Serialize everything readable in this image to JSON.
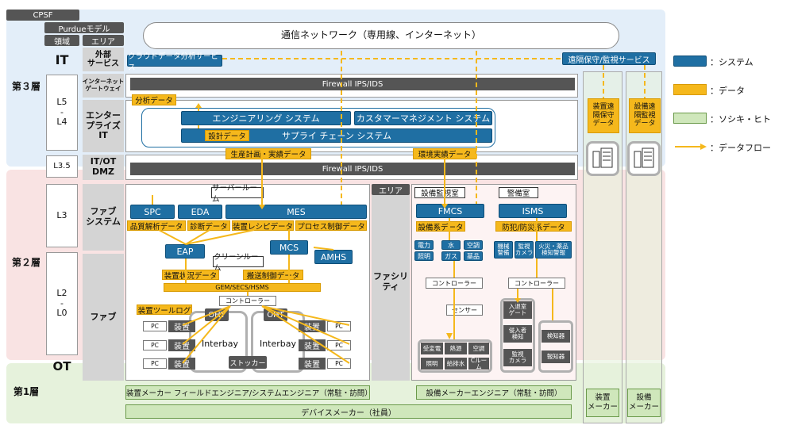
{
  "header": {
    "cpsf": "CPSF",
    "purdue": "Purdueモデル",
    "domain": "領域",
    "area": "エリア"
  },
  "cloud": {
    "text": "通信ネットワーク（専用線、インターネット）"
  },
  "layers": {
    "l3": "第３層",
    "l2": "第２層",
    "l1": "第1層"
  },
  "purdue_levels": {
    "it": "IT",
    "l5l4": "L5\n-\nL4",
    "l35": "L3.5",
    "l3": "L3",
    "l2l0": "L2\n-\nL0",
    "ot": "OT"
  },
  "areas": {
    "external": "外部\nサービス",
    "internet_gw": "インターネット\nゲートウェイ",
    "enterprise": "エンター\nプライズ\nIT",
    "dmz": "IT/OT\nDMZ",
    "fab_system": "ファブ\nシステム",
    "fab": "ファブ",
    "facility": "ファシリ\nティ",
    "area_tag": "エリア"
  },
  "systems": {
    "cloud_analysis": "クラウドデータ分析サービス",
    "remote_service": "遠隔保守/監視サービス",
    "engineering": "エンジニアリング システム",
    "customer": "カスタマーマネジメント システム",
    "supply_chain": "サプライ チェーン システム",
    "spc": "SPC",
    "eda": "EDA",
    "mes": "MES",
    "eap": "EAP",
    "mcs": "MCS",
    "amhs": "AMHS",
    "fmcs": "FMCS",
    "isms": "ISMS"
  },
  "firewalls": {
    "upper": "Firewall IPS/IDS",
    "lower": "Firewall IPS/IDS"
  },
  "data": {
    "analysis": "分析データ",
    "design": "設計データ",
    "production_plan": "生産計画・実績データ",
    "environment": "環境実績データ",
    "quality": "品質解析データ",
    "diagnosis": "診断データ",
    "recipe": "装置レシピデータ",
    "process_control": "プロセス制御データ",
    "equip_status": "装置状況データ",
    "transport": "搬送制御データ",
    "gem": "GEM/SECS/HSMS",
    "tool_log": "装置ツールログ",
    "facility_data": "設備系データ",
    "security_data": "防犯/防災系データ",
    "remote_maint": "装置遠\n隔保守\nデータ",
    "remote_monitor": "設備遠\n隔監視\nデータ"
  },
  "rooms": {
    "server": "サーバールーム",
    "clean": "クリーンルーム",
    "facility_monitor": "設備監視室",
    "security": "警備室"
  },
  "fab_items": {
    "controller": "コントローラー",
    "oht1": "OHT",
    "oht2": "OHT",
    "interbay1": "Interbay",
    "interbay2": "Interbay",
    "stocker": "ストッカー",
    "pc": "PC",
    "equip": "装置"
  },
  "facility_items": {
    "f1": "電力",
    "f2": "水",
    "f3": "空調",
    "f4": "照明",
    "f5": "ガス",
    "f6": "薬品",
    "controller1": "コントローラー",
    "sensor": "センサー",
    "b1": "受変電",
    "b2": "熱源",
    "b3": "空調",
    "b4": "照明",
    "b5": "給排水",
    "b6": "Cルーム"
  },
  "security_items": {
    "s1": "機械\n警備",
    "s2": "監視\nカメラ",
    "s3": "火災・薬品\n検知警報",
    "controller2": "コントローラー",
    "g1": "入退室\nゲート",
    "g2": "侵入者\n検知",
    "g3": "監視\nカメラ",
    "g4": "検知器",
    "g5": "報知器"
  },
  "people": {
    "equip_maker_eng": "装置メーカー フィールドエンジニア/システムエンジニア（常駐・訪問）",
    "facility_maker_eng": "設備メーカーエンジニア（常駐・訪問）",
    "device_maker": "デバイスメーカー（社員）",
    "equip_maker": "装置\nメーカー",
    "facility_maker": "設備\nメーカー"
  },
  "legend": {
    "system": "：システム",
    "data": "：データ",
    "people": "：ソシキ・ヒト",
    "flow": "：データフロー"
  },
  "colors": {
    "system": "#1f6fa3",
    "data": "#f5b81c",
    "people": "#cfe7bb",
    "it_zone": "#e3eef9",
    "ot_zone": "#f9e3e3",
    "l1_zone": "#e6f2dc"
  }
}
